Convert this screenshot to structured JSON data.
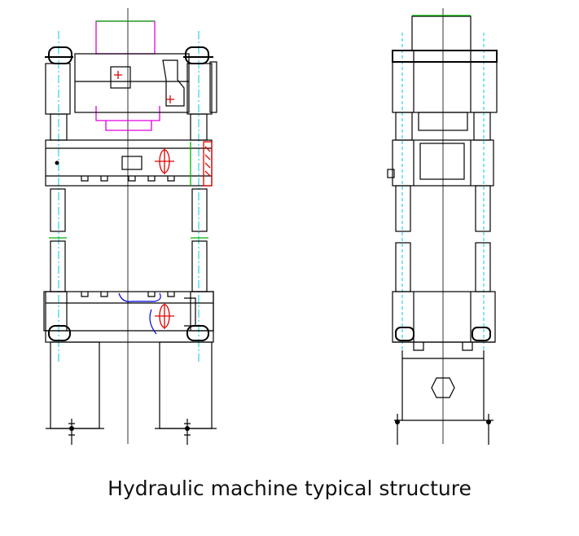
{
  "caption": "Hydraulic machine typical structure",
  "views": [
    "front-view",
    "side-view"
  ],
  "colors": {
    "line": "#000000",
    "centerline": "#00c8e6",
    "cylinder": "#e000e0",
    "hole_mark": "#e00000",
    "break_line": "#00b000",
    "detail": "#0000e0"
  }
}
